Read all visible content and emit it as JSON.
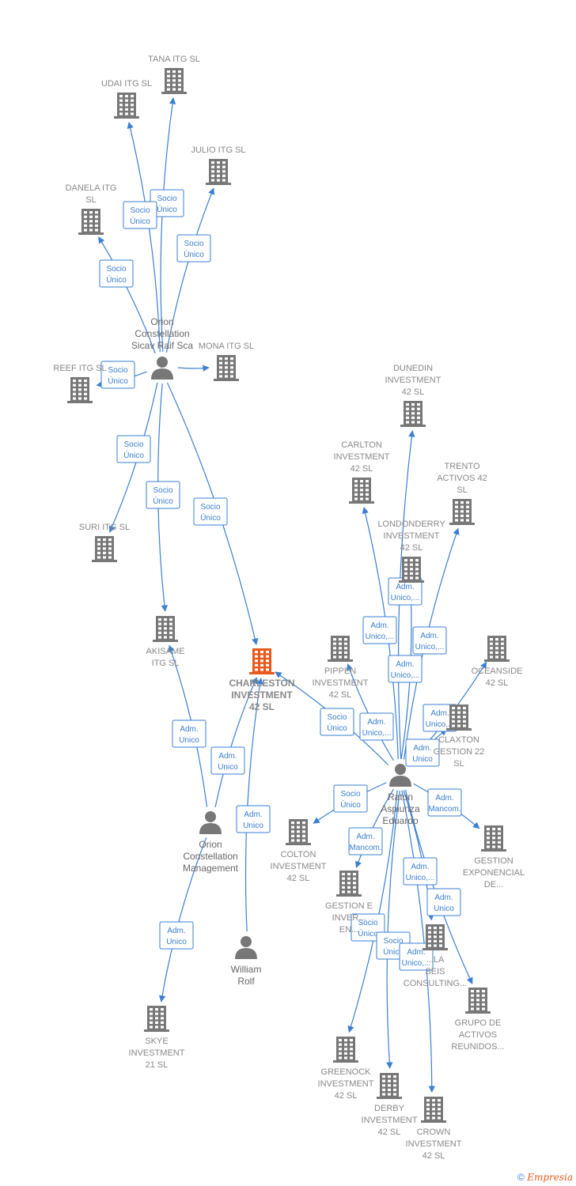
{
  "colors": {
    "edge": "#3a7fd0",
    "building": "#777777",
    "main_building": "#e8591c",
    "person": "#777777"
  },
  "nodes": [
    {
      "id": "tana",
      "type": "company",
      "label": [
        "TANA ITG  SL"
      ]
    },
    {
      "id": "udai",
      "type": "company",
      "label": [
        "UDAI ITG  SL"
      ]
    },
    {
      "id": "julio",
      "type": "company",
      "label": [
        "JULIO ITG  SL"
      ]
    },
    {
      "id": "danela",
      "type": "company",
      "label": [
        "DANELA ITG",
        "SL"
      ]
    },
    {
      "id": "orion_sicav",
      "type": "person",
      "label": [
        "Orion",
        "Constellation",
        "Sicav Raif Sca"
      ]
    },
    {
      "id": "mona",
      "type": "company",
      "label": [
        "MONA ITG  SL"
      ]
    },
    {
      "id": "reef",
      "type": "company",
      "label": [
        "REEF ITG  SL"
      ]
    },
    {
      "id": "suri",
      "type": "company",
      "label": [
        "SURI ITG  SL"
      ]
    },
    {
      "id": "akisame",
      "type": "company",
      "label": [
        "AKISAME",
        "ITG  SL"
      ]
    },
    {
      "id": "charleston",
      "type": "main",
      "label": [
        "CHARLESTON",
        "INVESTMENT",
        "42  SL"
      ]
    },
    {
      "id": "dunedin",
      "type": "company",
      "label": [
        "DUNEDIN",
        "INVESTMENT",
        "42  SL"
      ]
    },
    {
      "id": "carlton",
      "type": "company",
      "label": [
        "CARLTON",
        "INVESTMENT",
        "42  SL"
      ]
    },
    {
      "id": "trento",
      "type": "company",
      "label": [
        "TRENTO",
        "ACTIVOS 42",
        "SL"
      ]
    },
    {
      "id": "londonderry",
      "type": "company",
      "label": [
        "LONDONDERRY",
        "INVESTMENT",
        "42  SL"
      ]
    },
    {
      "id": "pippen",
      "type": "company",
      "label": [
        "PIPPEN",
        "INVESTMENT",
        "42  SL"
      ]
    },
    {
      "id": "oceanside",
      "type": "company",
      "label": [
        "OCEANSIDE",
        "42  SL"
      ]
    },
    {
      "id": "claxton",
      "type": "company",
      "label": [
        "CLAXTON",
        "GESTION 22",
        "SL"
      ]
    },
    {
      "id": "raton",
      "type": "person",
      "label": [
        "Raton",
        "Aspiunza",
        "Eduardo"
      ]
    },
    {
      "id": "orion_mgmt",
      "type": "person",
      "label": [
        "Orion",
        "Constellation",
        "Management"
      ]
    },
    {
      "id": "colton",
      "type": "company",
      "label": [
        "COLTON",
        "INVESTMENT",
        "42  SL"
      ]
    },
    {
      "id": "gestion_exponencial",
      "type": "company",
      "label": [
        "GESTION",
        "EXPONENCIAL",
        "DE..."
      ]
    },
    {
      "id": "gestion_e",
      "type": "company",
      "label": [
        "GESTION E",
        "INVER...",
        "EN..."
      ]
    },
    {
      "id": "seis",
      "type": "company",
      "label": [
        "...LA",
        "SEIS",
        "CONSULTING..."
      ]
    },
    {
      "id": "william",
      "type": "person",
      "label": [
        "William",
        "Rolf"
      ]
    },
    {
      "id": "skye",
      "type": "company",
      "label": [
        "SKYE",
        "INVESTMENT",
        "21  SL"
      ]
    },
    {
      "id": "grupo",
      "type": "company",
      "label": [
        "GRUPO DE",
        "ACTIVOS",
        "REUNIDOS..."
      ]
    },
    {
      "id": "greenock",
      "type": "company",
      "label": [
        "GREENOCK",
        "INVESTMENT",
        "42  SL"
      ]
    },
    {
      "id": "derby",
      "type": "company",
      "label": [
        "DERBY",
        "INVESTMENT",
        "42  SL"
      ]
    },
    {
      "id": "crown",
      "type": "company",
      "label": [
        "CROWN",
        "INVESTMENT",
        "42  SL"
      ]
    }
  ],
  "edges": [
    {
      "from": "orion_sicav",
      "to": "tana",
      "label": [
        "Socio",
        "Único"
      ]
    },
    {
      "from": "orion_sicav",
      "to": "udai",
      "label": [
        "Socio",
        "Único"
      ]
    },
    {
      "from": "orion_sicav",
      "to": "julio",
      "label": [
        "Socio",
        "Único"
      ]
    },
    {
      "from": "orion_sicav",
      "to": "danela",
      "label": [
        "Socio",
        "Único"
      ]
    },
    {
      "from": "orion_sicav",
      "to": "reef",
      "label": [
        "Socio",
        "Único"
      ]
    },
    {
      "from": "orion_sicav",
      "to": "mona",
      "label": []
    },
    {
      "from": "orion_sicav",
      "to": "suri",
      "label": [
        "Socio",
        "Único"
      ]
    },
    {
      "from": "orion_sicav",
      "to": "akisame",
      "label": [
        "Socio",
        "Único"
      ]
    },
    {
      "from": "orion_sicav",
      "to": "charleston",
      "label": [
        "Socio",
        "Único"
      ]
    },
    {
      "from": "orion_mgmt",
      "to": "akisame",
      "label": [
        "Adm.",
        "Unico"
      ]
    },
    {
      "from": "orion_mgmt",
      "to": "charleston",
      "label": [
        "Adm.",
        "Unico"
      ]
    },
    {
      "from": "orion_mgmt",
      "to": "skye",
      "label": [
        "Adm.",
        "Unico"
      ]
    },
    {
      "from": "william",
      "to": "charleston",
      "label": [
        "Adm.",
        "Unico"
      ]
    },
    {
      "from": "raton",
      "to": "charleston",
      "label": [
        "Socio",
        "Único"
      ]
    },
    {
      "from": "raton",
      "to": "dunedin",
      "label": [
        "Adm.",
        "Unico,..."
      ]
    },
    {
      "from": "raton",
      "to": "carlton",
      "label": [
        "Adm.",
        "Unico,..."
      ]
    },
    {
      "from": "raton",
      "to": "trento",
      "label": [
        "Adm.",
        "Unico,..."
      ]
    },
    {
      "from": "raton",
      "to": "londonderry",
      "label": [
        "Adm.",
        "Unico,..."
      ]
    },
    {
      "from": "raton",
      "to": "pippen",
      "label": [
        "Adm.",
        "Unico,..."
      ]
    },
    {
      "from": "raton",
      "to": "oceanside",
      "label": [
        "Adm.",
        "Unico,..."
      ]
    },
    {
      "from": "raton",
      "to": "claxton",
      "label": [
        "Adm.",
        "Unico"
      ]
    },
    {
      "from": "raton",
      "to": "colton",
      "label": [
        "Socio",
        "Único"
      ]
    },
    {
      "from": "raton",
      "to": "gestion_exponencial",
      "label": [
        "Adm.",
        "Mancom."
      ]
    },
    {
      "from": "raton",
      "to": "gestion_e",
      "label": [
        "Adm.",
        "Mancom."
      ]
    },
    {
      "from": "raton",
      "to": "seis",
      "label": [
        "Adm.",
        "Unico,..."
      ]
    },
    {
      "from": "raton",
      "to": "grupo",
      "label": [
        "Adm.",
        "Unico"
      ]
    },
    {
      "from": "raton",
      "to": "greenock",
      "label": [
        "Socio",
        "Único"
      ]
    },
    {
      "from": "raton",
      "to": "derby",
      "label": [
        "Socio",
        "Único"
      ]
    },
    {
      "from": "raton",
      "to": "crown",
      "label": [
        "Adm.",
        "Unico,..."
      ]
    }
  ],
  "footer": {
    "copyright": "©",
    "brand": "Empresia"
  }
}
